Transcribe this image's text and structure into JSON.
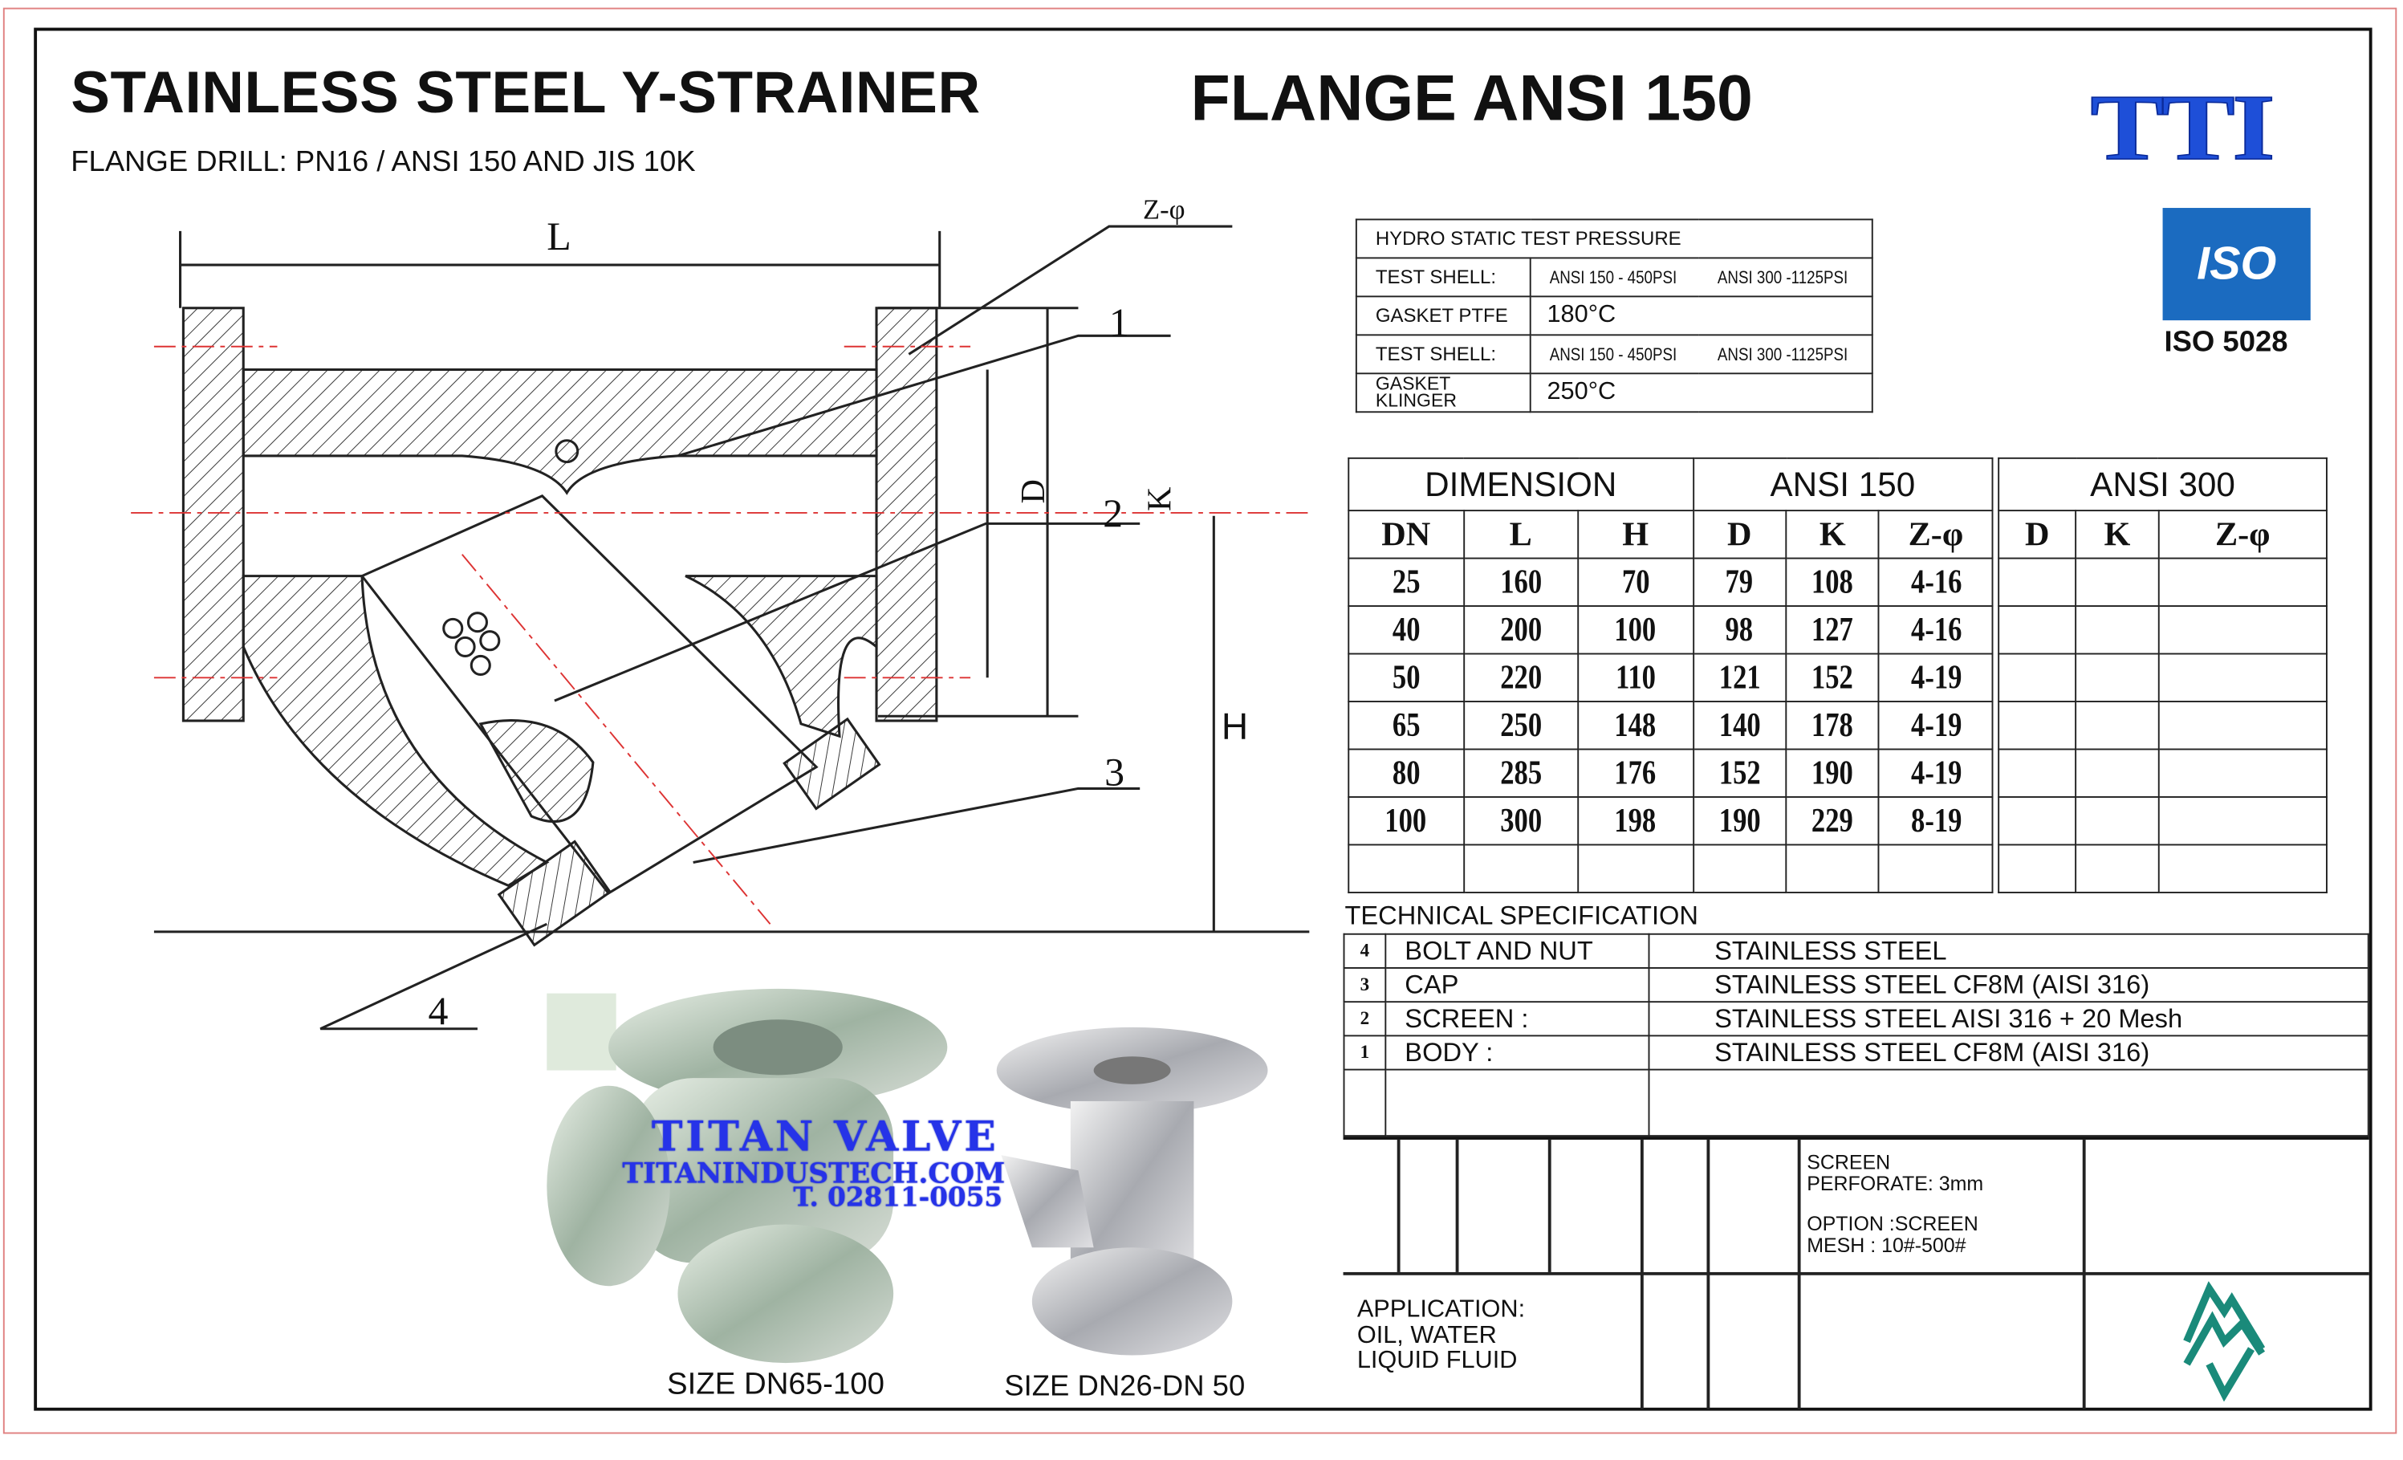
{
  "header": {
    "title": "STAINLESS STEEL Y-STRAINER",
    "title_right": "FLANGE ANSI 150",
    "subtitle": "FLANGE DRILL: PN16 / ANSI 150 AND JIS 10K",
    "brand_logo": "TTI",
    "iso_logo": "ISO",
    "iso_caption": "ISO 5028"
  },
  "drawing": {
    "labels": {
      "L": "L",
      "D": "D",
      "K": "K",
      "H": "H",
      "z_phi": "Z-φ",
      "p1": "1",
      "p2": "2",
      "p3": "3",
      "p4": "4"
    }
  },
  "hydro": {
    "title": "HYDRO STATIC TEST PRESSURE",
    "rows": [
      {
        "label": "TEST SHELL:",
        "v1": "ANSI 150 - 450PSI",
        "v2": "ANSI 300 -1125PSI"
      },
      {
        "label": "GASKET PTFE",
        "v1": "180°C",
        "v2": ""
      },
      {
        "label": "TEST SHELL:",
        "v1": "ANSI 150 - 450PSI",
        "v2": "ANSI 300 -1125PSI"
      },
      {
        "label": "GASKET KLINGER",
        "v1": "250°C",
        "v2": ""
      }
    ]
  },
  "dimension": {
    "title": "DIMENSION",
    "group150": "ANSI 150",
    "group300": "ANSI 300",
    "columns": [
      "DN",
      "L",
      "H",
      "D",
      "K",
      "Z-φ"
    ],
    "columns300": [
      "D",
      "K",
      "Z-φ"
    ],
    "rows": [
      [
        "25",
        "160",
        "70",
        "79",
        "108",
        "4-16"
      ],
      [
        "40",
        "200",
        "100",
        "98",
        "127",
        "4-16"
      ],
      [
        "50",
        "220",
        "110",
        "121",
        "152",
        "4-19"
      ],
      [
        "65",
        "250",
        "148",
        "140",
        "178",
        "4-19"
      ],
      [
        "80",
        "285",
        "176",
        "152",
        "190",
        "4-19"
      ],
      [
        "100",
        "300",
        "198",
        "190",
        "229",
        "8-19"
      ]
    ]
  },
  "tech_spec": {
    "title": "TECHNICAL SPECIFICATION",
    "rows": [
      {
        "no": "4",
        "part": "BOLT AND NUT",
        "material": "STAINLESS STEEL"
      },
      {
        "no": "3",
        "part": "CAP",
        "material": "STAINLESS STEEL CF8M (AISI 316)"
      },
      {
        "no": "2",
        "part": "SCREEN :",
        "material": "STAINLESS STEEL AISI 316 + 20 Mesh"
      },
      {
        "no": "1",
        "part": "BODY :",
        "material": "STAINLESS STEEL CF8M (AISI 316)"
      }
    ]
  },
  "notes": {
    "screen_1": "SCREEN",
    "screen_2": "PERFORATE: 3mm",
    "option_1": "OPTION :SCREEN",
    "option_2": "MESH : 10#-500#",
    "app_1": "APPLICATION:",
    "app_2": "OIL, WATER",
    "app_3": "LIQUID FLUID"
  },
  "photos": {
    "caption_large": "SIZE DN65-100",
    "caption_small": "SIZE DN26-DN 50",
    "watermark_1": "TITAN VALVE",
    "watermark_2": "TITANINDUSTECH.COM",
    "watermark_3": "T. 02811-0055"
  },
  "colors": {
    "brand_blue": "#1e4fd8",
    "iso_blue": "#1b6bc0",
    "logo_teal": "#1a8a7a",
    "watermark": "#2633e8",
    "frame_red": "#e08080"
  }
}
